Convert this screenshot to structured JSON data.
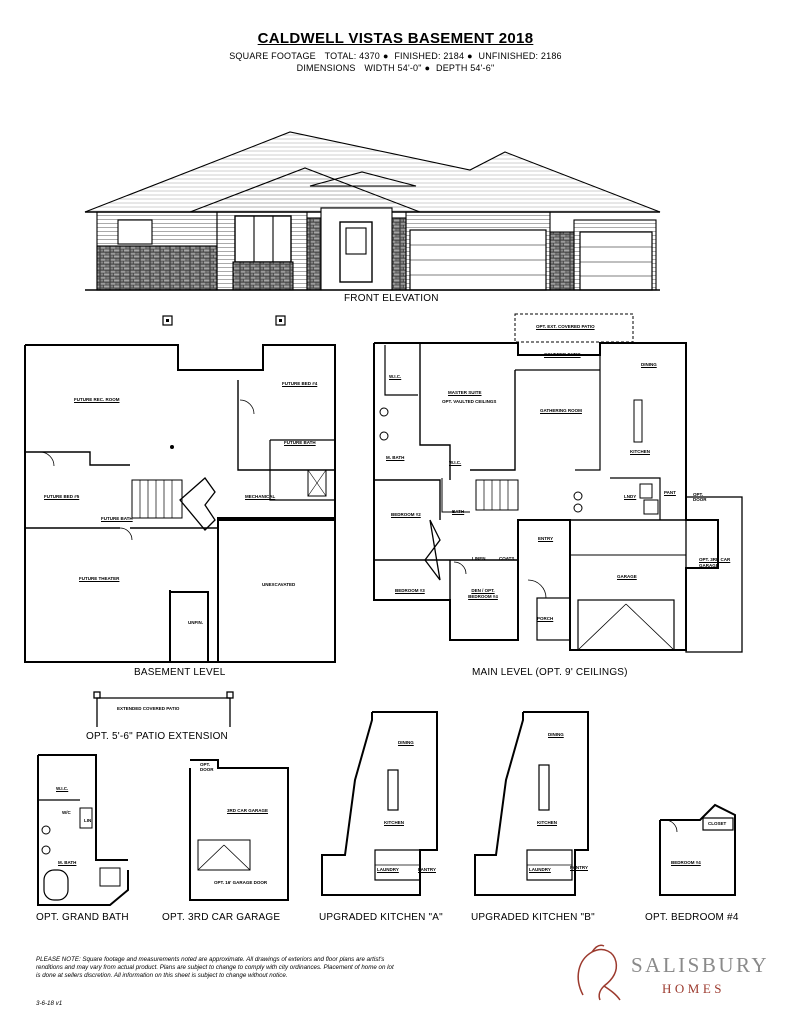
{
  "header": {
    "title": "CALDWELL VISTAS BASEMENT 2018",
    "sqft_label": "SQUARE FOOTAGE",
    "sqft_total": "TOTAL: 4370",
    "sqft_finished": "FINISHED: 2184",
    "sqft_unfinished": "UNFINISHED: 2186",
    "dims_label": "DIMENSIONS",
    "dims_width": "WIDTH 54'-0\"",
    "dims_depth": "DEPTH 54'-6\""
  },
  "elevation": {
    "label": "FRONT ELEVATION"
  },
  "basement": {
    "label": "BASEMENT LEVEL",
    "rooms": {
      "rec": "FUTURE REC. ROOM",
      "bed4": "FUTURE BED #4",
      "bath": "FUTURE BATH",
      "bed5": "FUTURE BED #5",
      "bath2": "FUTURE BATH",
      "mech": "MECHANICAL",
      "theater": "FUTURE THEATER",
      "unexcavated": "UNEXCAVATED",
      "unfin": "UNFIN."
    }
  },
  "main": {
    "label": "MAIN LEVEL (OPT. 9' CEILINGS)",
    "rooms": {
      "ext_patio": "OPT. EXT. COVERED PATIO",
      "covered_patio": "COVERED PATIO",
      "dining": "DINING",
      "wic": "W.I.C.",
      "master": "MASTER SUITE",
      "vaulted": "OPT. VAULTED CEILINGS",
      "gathering": "GATHERING ROOM",
      "mbath": "M. BATH",
      "wic2": "W.I.C.",
      "kitchen": "KITCHEN",
      "bed2": "BEDROOM #2",
      "bath": "BATH",
      "lndy": "LNDY",
      "pant": "PANT",
      "opt_door": "OPT. DOOR",
      "entry": "ENTRY",
      "third_garage": "OPT. 3RD CAR GARAGE",
      "bed3": "BEDROOM #3",
      "den": "DEN / OPT. BEDROOM #4",
      "garage": "GARAGE",
      "porch": "PORCH",
      "linen": "LINEN",
      "coats": "COATS"
    }
  },
  "options": {
    "patio": {
      "label": "OPT. 5'-6\" PATIO EXTENSION",
      "room": "EXTENDED COVERED PATIO"
    },
    "grand_bath": {
      "label": "OPT. GRAND BATH",
      "wic": "W.I.C.",
      "wc": "W/C",
      "mbath": "M. BATH",
      "lin": "LIN"
    },
    "garage3": {
      "label": "OPT. 3RD CAR GARAGE",
      "room": "3RD CAR GARAGE",
      "door": "OPT. DOOR",
      "garage_door": "OPT. 16' GARAGE DOOR"
    },
    "kitchen_a": {
      "label": "UPGRADED KITCHEN \"A\"",
      "dining": "DINING",
      "kitchen": "KITCHEN",
      "laundry": "LAUNDRY",
      "pantry": "PANTRY"
    },
    "kitchen_b": {
      "label": "UPGRADED KITCHEN \"B\"",
      "dining": "DINING",
      "kitchen": "KITCHEN",
      "laundry": "LAUNDRY",
      "pantry": "PANTRY"
    },
    "bedroom4": {
      "label": "OPT. BEDROOM #4",
      "room": "BEDROOM #4",
      "closet": "CLOSET"
    }
  },
  "footer": {
    "note": "PLEASE NOTE: Square footage and measurements noted are approximate. All drawings of exteriors and floor plans are artist's renditions and may vary from actual product. Plans are subject to change to comply with city ordinances. Placement of home on lot is done at sellers discretion. All information on this sheet is subject to change without notice.",
    "version": "3-6-18 v1",
    "brand": "SALISBURY",
    "brand_sub": "HOMES",
    "brand_color": "#9c3a2e"
  }
}
